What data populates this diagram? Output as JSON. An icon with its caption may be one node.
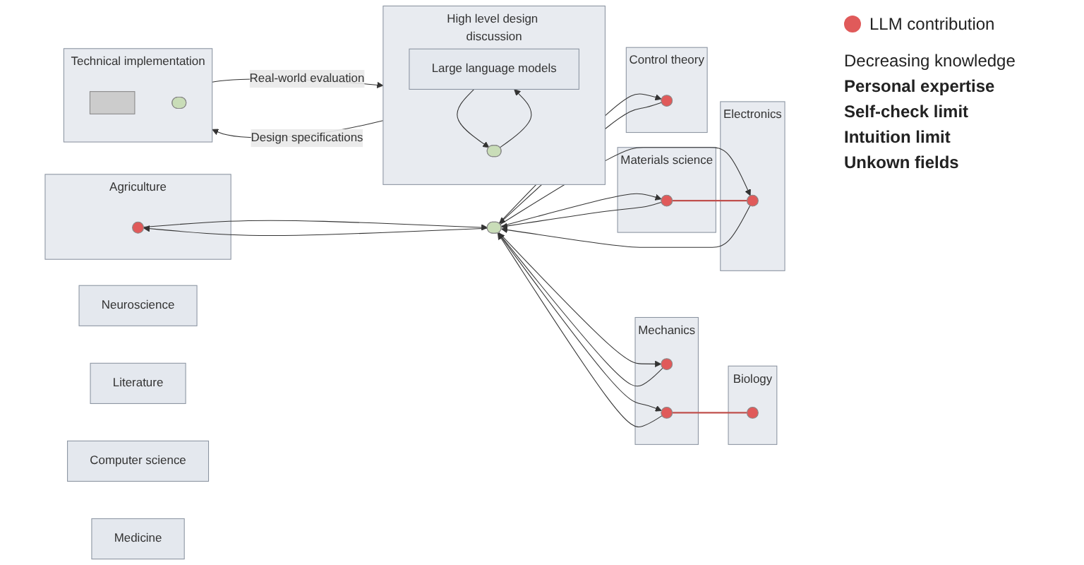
{
  "diagram": {
    "nodes": [
      {
        "text": [
          "High level design discussion"
        ]
      },
      {
        "text": [
          "Large language models"
        ],
        "in": 0
      },
      {
        "text": [],
        "shape": "person",
        "in": 0
      },
      {
        "text": [
          "Technical implementation"
        ]
      },
      {
        "text": [],
        "shape": "box",
        "in": 3
      },
      {
        "text": [],
        "shape": "person",
        "in": 3
      },
      {
        "text": [
          "Agriculture"
        ]
      },
      {
        "text": [],
        "shape": "circle",
        "in": 6
      },
      {
        "text": [
          "Materials science"
        ]
      },
      {
        "text": [],
        "shape": "circle",
        "in": 8
      },
      {
        "text": [
          "Mechanics"
        ]
      },
      {
        "text": [],
        "shape": "circle",
        "in": 10
      },
      {
        "text": [],
        "shape": "circle",
        "in": 10
      },
      {
        "text": [
          "Biology"
        ]
      },
      {
        "text": [],
        "shape": "circle",
        "in": 13
      },
      {
        "text": [
          "Neuroscience"
        ]
      },
      {
        "text": [],
        "shape": "person"
      },
      {
        "text": [
          "Electronics"
        ]
      },
      {
        "text": [],
        "shape": "circle",
        "in": 17
      },
      {
        "text": [
          "Control theory"
        ]
      },
      {
        "text": [],
        "shape": "circle",
        "in": 19
      },
      {
        "text": [
          "Literature"
        ]
      },
      {
        "text": [
          "Computer science"
        ]
      },
      {
        "text": [
          "Medicine"
        ]
      }
    ],
    "edges": [
      {
        "from": 1,
        "to": 2,
        "arrow": "to"
      },
      {
        "from": 2,
        "to": 1,
        "arrow": "to"
      },
      {
        "from": 3,
        "to": 0,
        "arrow": "to",
        "label": "Real-world evaluation"
      },
      {
        "from": 0,
        "to": 3,
        "arrow": "to",
        "label": "Design specifications"
      },
      {
        "from": 7,
        "to": 16,
        "arrow": "to"
      },
      {
        "from": 16,
        "to": 7,
        "arrow": "to"
      },
      {
        "from": 9,
        "to": 16,
        "arrow": "to"
      },
      {
        "from": 16,
        "to": 9,
        "arrow": "to"
      },
      {
        "from": 11,
        "to": 16,
        "arrow": "to"
      },
      {
        "from": 16,
        "to": 11,
        "arrow": "to"
      },
      {
        "from": 12,
        "to": 16,
        "arrow": "to"
      },
      {
        "from": 16,
        "to": 12,
        "arrow": "to"
      },
      {
        "from": 18,
        "to": 16,
        "arrow": "to"
      },
      {
        "from": 16,
        "to": 18,
        "arrow": "to"
      },
      {
        "from": 20,
        "to": 16,
        "arrow": "to"
      },
      {
        "from": 16,
        "to": 20,
        "arrow": "to"
      },
      {
        "from": 12,
        "to": 14,
        "arrow": "none",
        "color": "#c0504d"
      },
      {
        "from": 9,
        "to": 18,
        "arrow": "none",
        "color": "#c0504d"
      }
    ],
    "labels": [
      "Decreasing knowledge",
      "Personal expertise",
      "Self-check limit",
      "Intuition limit",
      "Unkown fields"
    ],
    "legend": [
      {
        "text": "LLM contribution",
        "color": "#e05a5a"
      }
    ]
  }
}
